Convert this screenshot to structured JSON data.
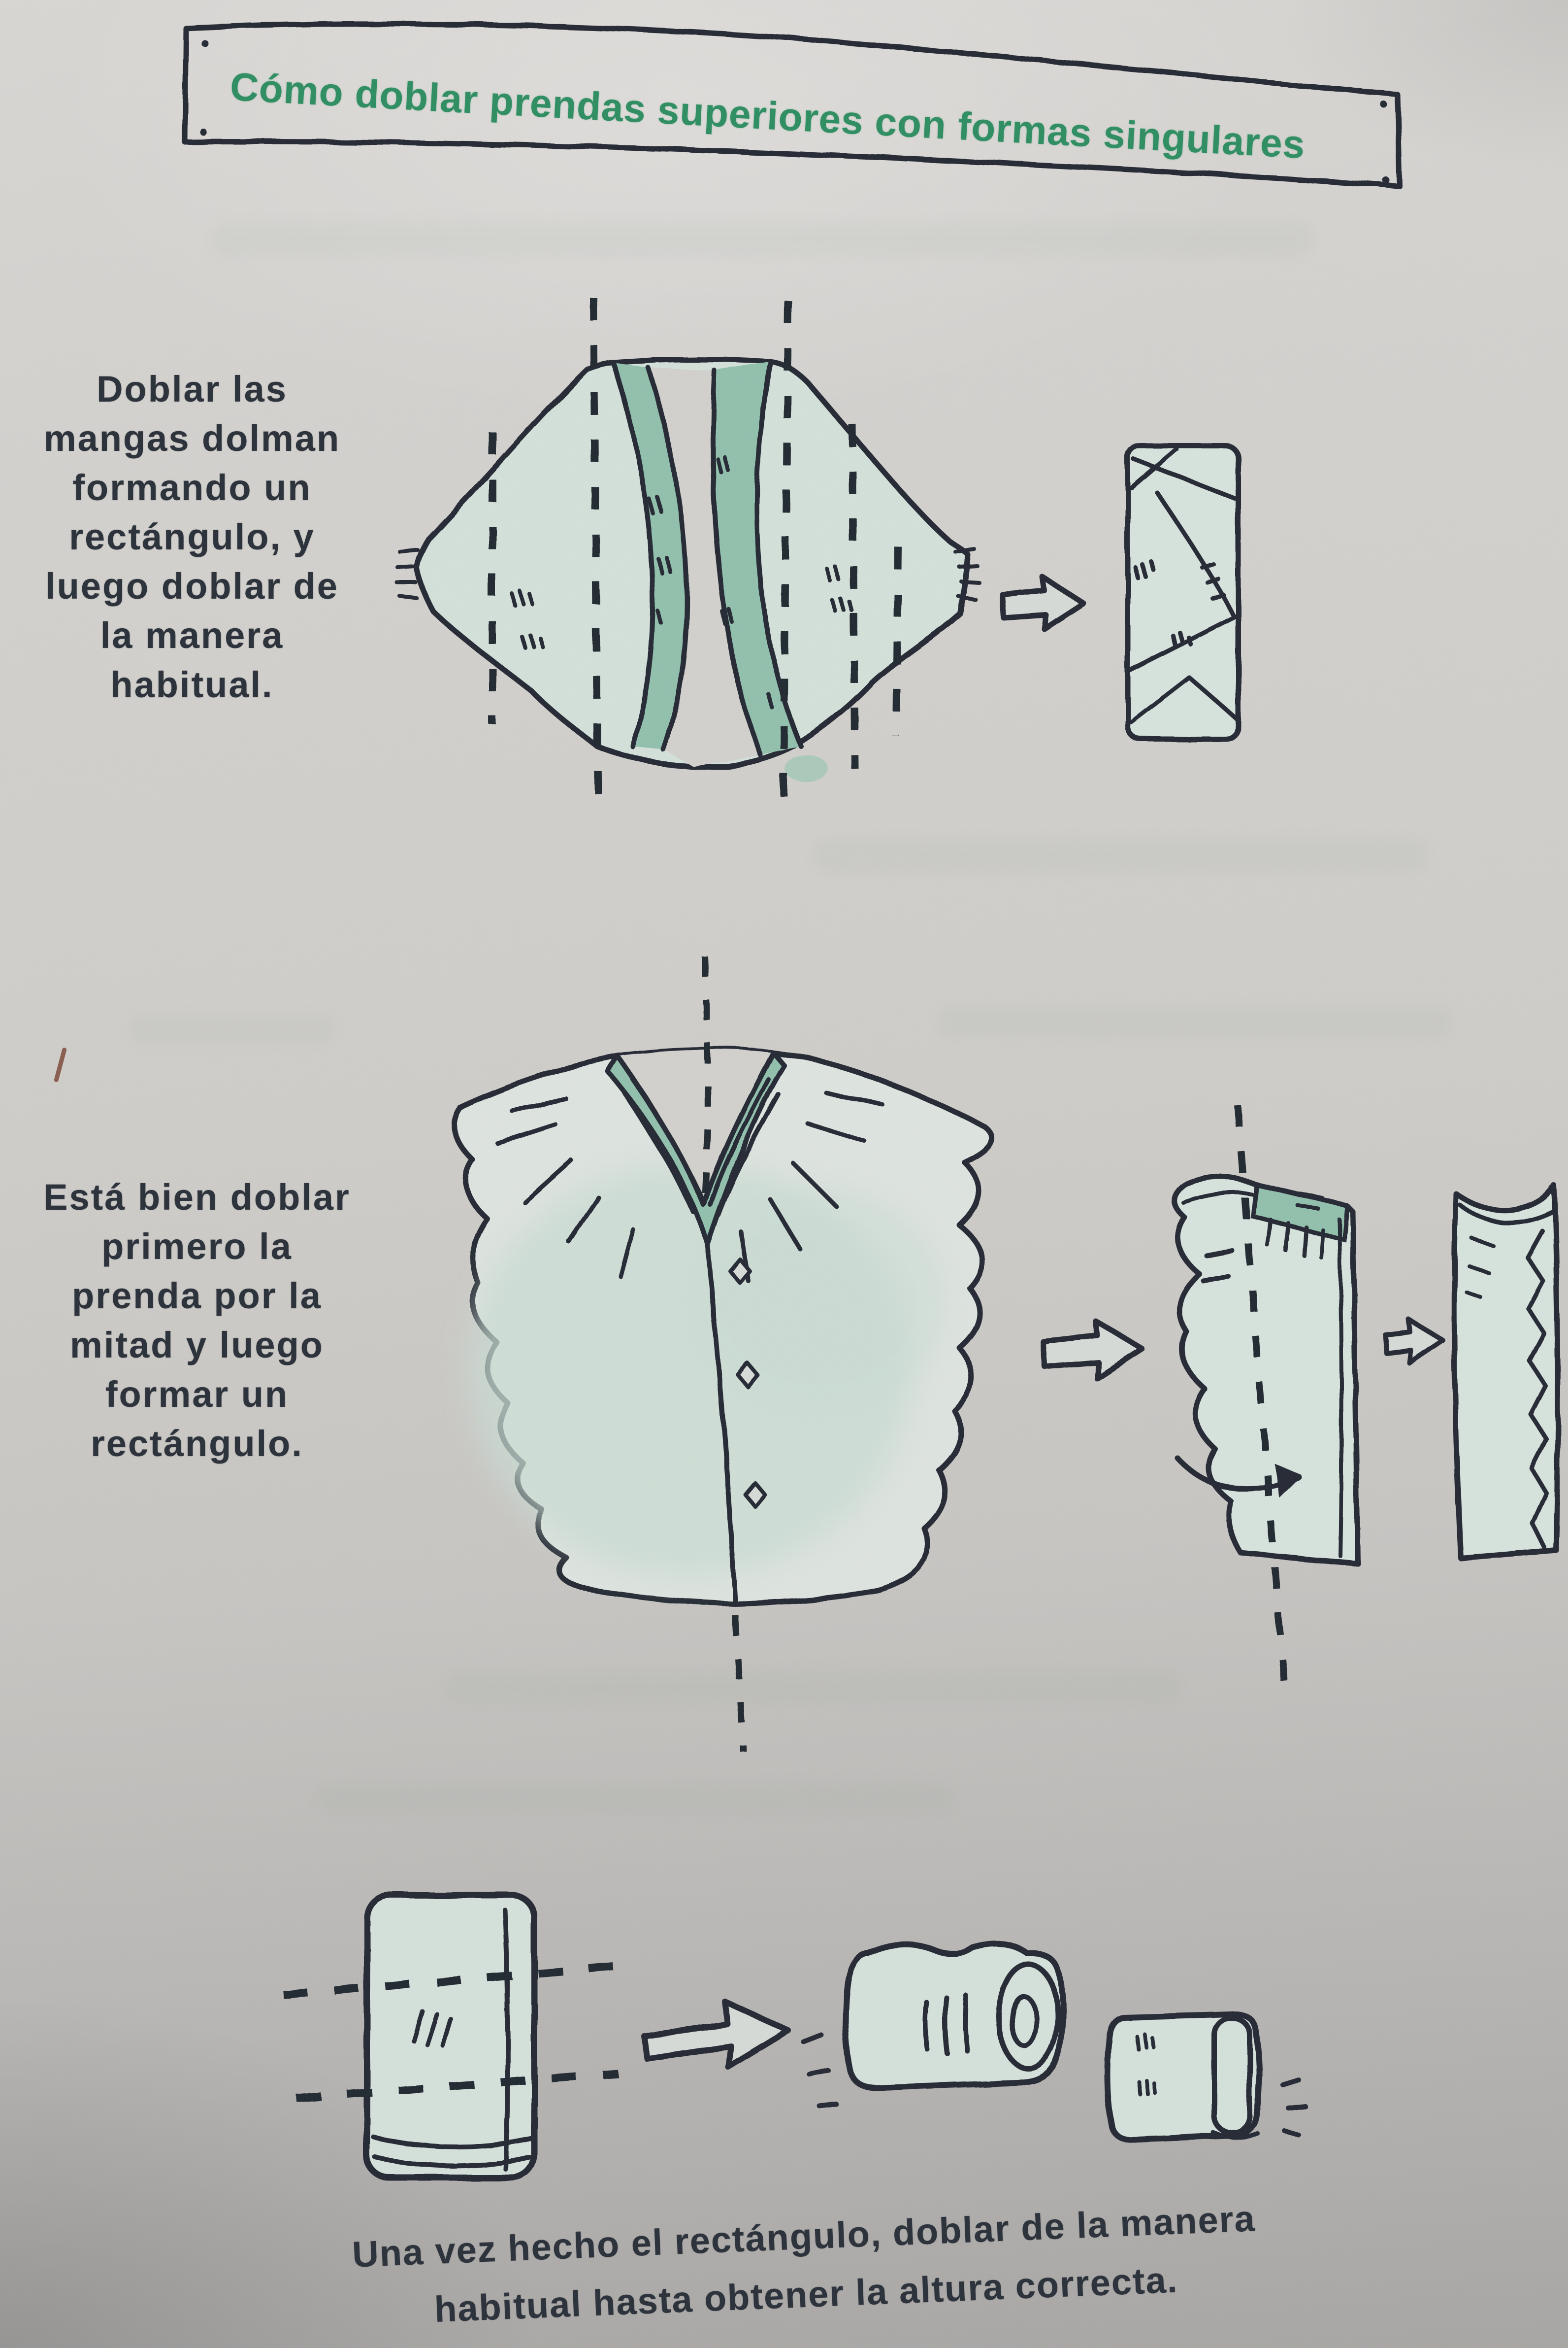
{
  "photo": {
    "paper_top_color": "#d7d5d2",
    "paper_bottom_color": "#a8a6a4",
    "ink_color": "#262c35",
    "mint_fill_color": "#d3e0d9",
    "teal_band_color": "#92c0ad",
    "title_green_color": "#2f8e62",
    "body_text_color": "#2b313a"
  },
  "banner": {
    "title": "Cómo doblar prendas superiores con formas singulares",
    "frame": "hand-drawn-box-with-corner-dots"
  },
  "step1": {
    "text": "Doblar las mangas dolman formando un rectángulo, y luego doblar de la manera habitual.",
    "lines": [
      "Doblar las",
      "mangas dolman",
      "formando un",
      "rectángulo, y",
      "luego doblar de",
      "la manera",
      "habitual."
    ],
    "figures": {
      "garment": "dolman-sleeve-top-diagram",
      "fold_lines": "vertical-dashed-fold-lines",
      "arrow": "right-block-arrow",
      "result": "wrapped-folded-rectangle"
    }
  },
  "step2": {
    "text": "Está bien doblar primero la prenda por la mitad y luego formar un rectángulo.",
    "lines": [
      "Está bien doblar",
      "primero la",
      "prenda por la",
      "mitad y luego",
      "formar un",
      "rectángulo."
    ],
    "figures": {
      "garment": "scalloped-v-neck-top-diagram",
      "center_fold_line": "vertical-dashed-fold-line",
      "arrow": "right-block-arrow",
      "half_folded": "half-folded-top-with-fold-arrow",
      "small_arrow": "small-right-block-arrow",
      "result": "narrow-folded-rectangle"
    }
  },
  "step3": {
    "caption": "Una vez hecho el rectángulo, doblar de la manera habitual hasta obtener la altura correcta.",
    "caption_lines": [
      "Una vez hecho el rectángulo, doblar de la manera",
      "habitual hasta obtener la altura correcta."
    ],
    "figures": {
      "flat": "folded-rectangle-with-horizontal-fold-lines",
      "arrow": "right-block-arrow",
      "rolled": "rolled-garment-cylinder",
      "result": "upright-rolled-bundle"
    }
  }
}
